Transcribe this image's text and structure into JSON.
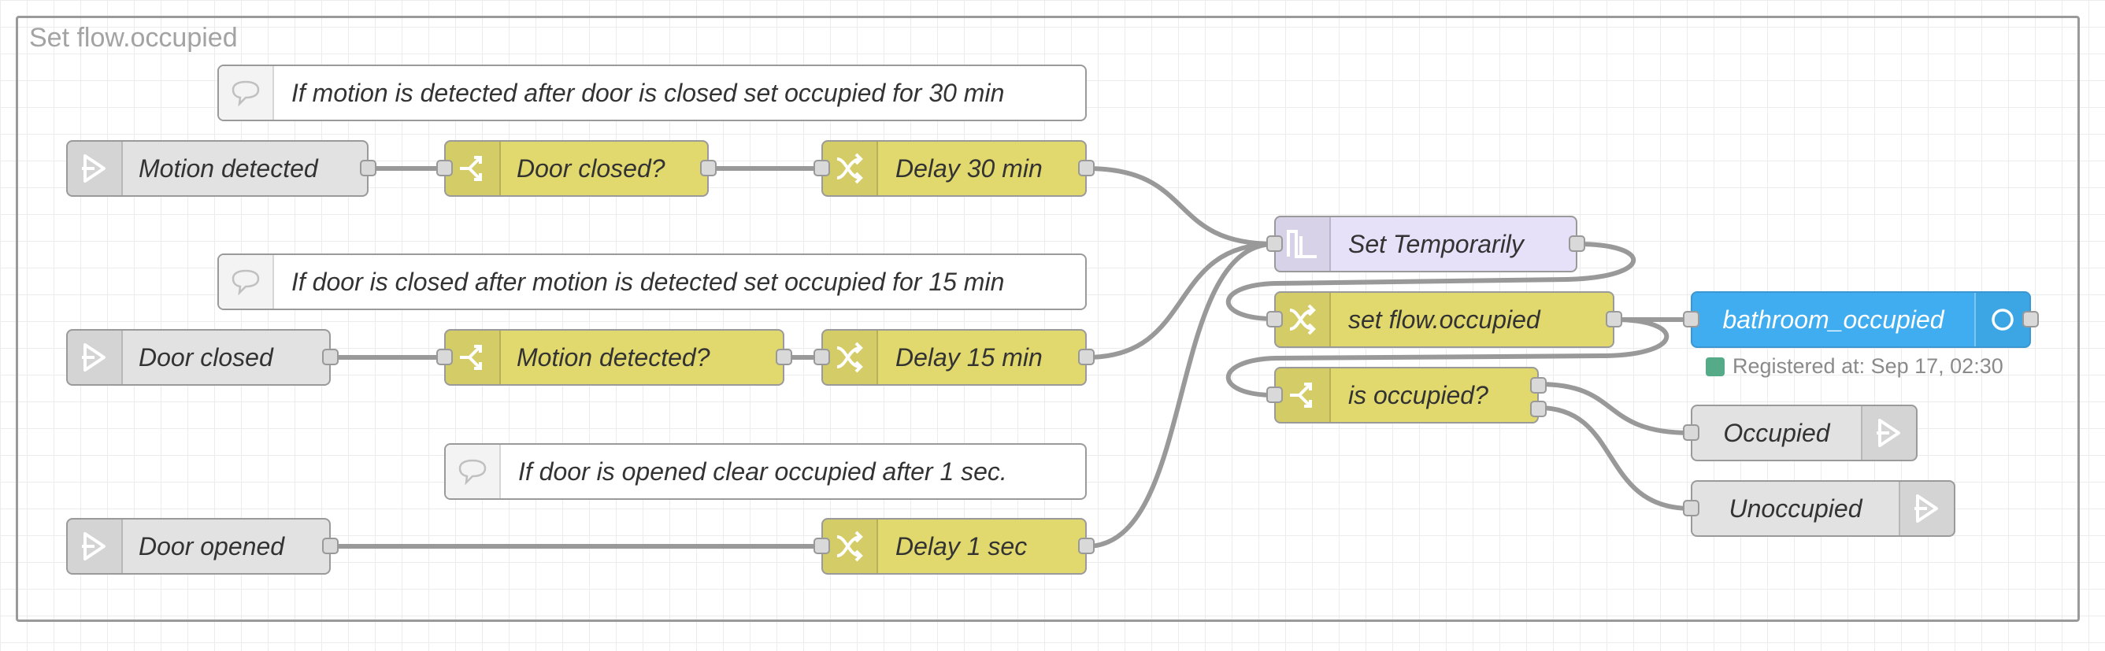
{
  "group": {
    "label": "Set flow.occupied"
  },
  "comments": {
    "c1": "If motion is detected after door is closed set occupied for 30 min",
    "c2": "If door is closed after motion is detected set occupied for 15 min",
    "c3": "If door is opened clear occupied after 1 sec."
  },
  "nodes": {
    "motion_detected": "Motion detected",
    "door_closed_check": "Door closed?",
    "delay_30": "Delay 30 min",
    "door_closed": "Door closed",
    "motion_detected_check": "Motion detected?",
    "delay_15": "Delay 15 min",
    "door_opened": "Door opened",
    "delay_1": "Delay 1 sec",
    "set_temporarily": "Set Temporarily",
    "set_flow_occupied": "set flow.occupied",
    "is_occupied": "is occupied?",
    "bathroom_occupied": "bathroom_occupied",
    "occupied": "Occupied",
    "unoccupied": "Unoccupied"
  },
  "status": {
    "bathroom_occupied": "Registered at: Sep 17, 02:30"
  },
  "colors": {
    "event_node": "#e2e2e2",
    "function_node": "#e2d96e",
    "trigger_node": "#e6e0f8",
    "entity_node": "#3fadef",
    "status_ok": "#55aa88",
    "wire": "#999999"
  },
  "icons": {
    "event_node": "ha-event-icon",
    "switch_node": "switch-icon",
    "delay_node": "shuffle-icon",
    "trigger_node": "trigger-pulse-icon",
    "change_node": "shuffle-icon",
    "comment_node": "speech-bubble-icon",
    "entity_node": "circle-icon",
    "output_node": "ha-event-icon"
  }
}
